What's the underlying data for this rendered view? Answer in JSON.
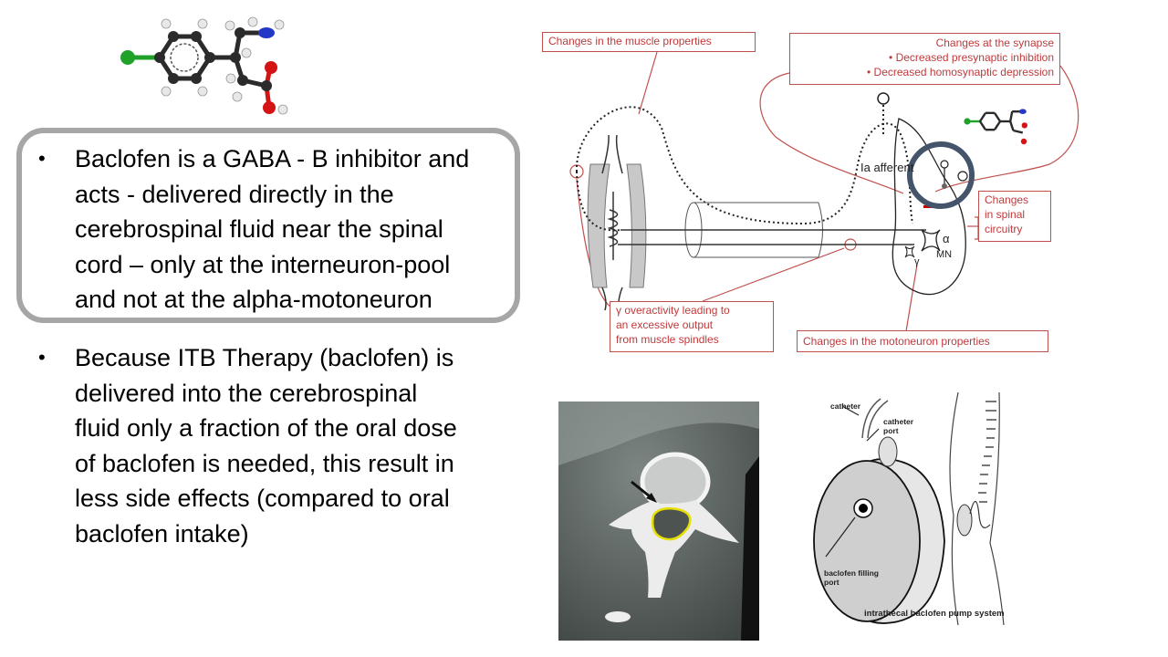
{
  "slide": {
    "bullets_boxed": [
      {
        "lines": [
          "Baclofen is a GABA - B inhibitor and",
          "acts - delivered directly in the",
          "cerebrospinal fluid near the spinal",
          "cord – only at the interneuron-pool",
          "and not at the alpha-motoneuron"
        ]
      }
    ],
    "bullets_plain": [
      {
        "lines": [
          "Because ITB Therapy (baclofen) is",
          "delivered into  the cerebrospinal",
          "fluid only  a fraction of the oral dose",
          "of  baclofen is needed, this result in",
          "less side effects (compared to oral",
          "baclofen intake)"
        ]
      }
    ],
    "bullet_char": "•"
  },
  "molecule": {
    "name": "baclofen-molecule",
    "atom_colors": {
      "carbon": "#2b2b2b",
      "hydrogen": "#e8e8e8",
      "chlorine": "#1fa12a",
      "nitrogen": "#2438c8",
      "oxygen": "#d41414"
    }
  },
  "diagram": {
    "labels": {
      "muscle": "Changes in the muscle properties",
      "synapse_title": "Changes at the synapse",
      "synapse_items": [
        "Decreased presynaptic inhibition",
        "Decreased homosynaptic depression"
      ],
      "spinal": [
        "Changes",
        "in spinal",
        "circuitry"
      ],
      "gamma": [
        "γ overactivity leading to",
        "an excessive output",
        "from muscle spindles"
      ],
      "motoneuron": "Changes in the motoneuron properties",
      "ia_afferent": "Ia afferent",
      "alpha": "α",
      "mn": "MN",
      "gamma_symbol": "γ"
    },
    "colors": {
      "annotation": "#c0504d",
      "highlight_ring": "#44546a"
    }
  },
  "pump_figure": {
    "catheter": "catheter",
    "catheter_port": [
      "catheter",
      "port"
    ],
    "filling_port": [
      "baclofen filling",
      "port"
    ],
    "caption": "intrathecal baclofen pump system"
  }
}
